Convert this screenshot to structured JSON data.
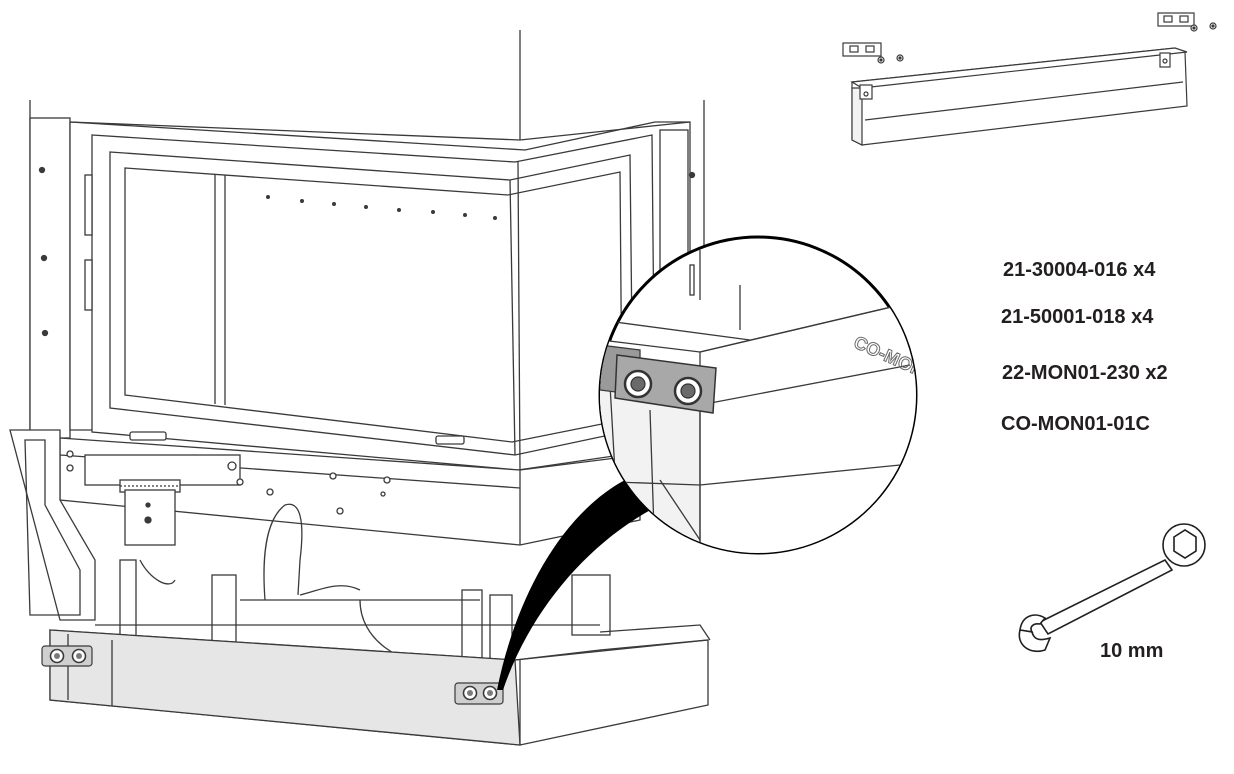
{
  "parts_list": [
    {
      "code": "21-30004-016 x4"
    },
    {
      "code": "21-50001-018 x4"
    },
    {
      "code": "22-MON01-230 x2"
    },
    {
      "code": "CO-MON01-01C"
    }
  ],
  "tool": {
    "icon": "wrench-icon",
    "size_label": "10 mm"
  },
  "colors": {
    "line": "#3a3a3a",
    "fill_light": "#f2f2f2",
    "fill_panel": "#e6e6e6",
    "text": "#231f20",
    "callout": "#000000"
  }
}
